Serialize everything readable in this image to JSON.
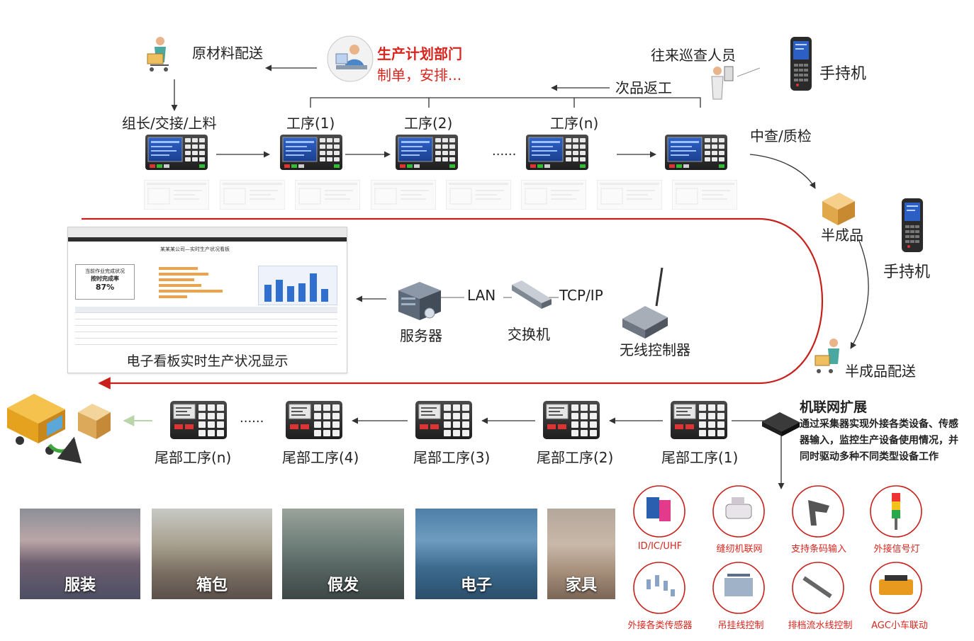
{
  "labels": {
    "raw_material": "原材料配送",
    "plan_dept": "生产计划部门",
    "plan_sub": "制单，安排...",
    "patrol": "往来巡查人员",
    "handheld_top": "手持机",
    "rework": "次品返工",
    "group_leader": "组长/交接/上料",
    "proc1": "工序(1)",
    "proc2": "工序(2)",
    "procn": "工序(n)",
    "dots_top": "......",
    "qc": "中查/质检",
    "semi": "半成品",
    "handheld_mid": "手持机",
    "semi_delivery": "半成品配送",
    "lan": "LAN",
    "tcpip": "TCP/IP",
    "server": "服务器",
    "switch": "交换机",
    "wireless": "无线控制器",
    "board_caption": "电子看板实时生产状况显示",
    "ext_title": "机联网扩展",
    "ext_desc": "通过采集器实现外接各类设备、传感器输入，监控生产设备使用情况，并同时驱动多种不同类型设备工作",
    "dots_bottom": "......"
  },
  "tail_processes": [
    "尾部工序(n)",
    "尾部工序(4)",
    "尾部工序(3)",
    "尾部工序(2)",
    "尾部工序(1)"
  ],
  "industries": [
    "服装",
    "箱包",
    "假发",
    "电子",
    "家具"
  ],
  "extensions": [
    "ID/IC/UHF",
    "缝纫机联网",
    "支持条码输入",
    "外接信号灯",
    "外接各类传感器",
    "吊挂线控制",
    "排档流水线控制",
    "AGC小车联动"
  ],
  "board": {
    "title": "某某某公司—实时生产状况看板",
    "kpi_title": "当前作业完成状况",
    "kpi_label": "按时完成率",
    "kpi_value": "87%",
    "bars": [
      0.55,
      0.7,
      0.5,
      0.6,
      0.9,
      0.4
    ]
  },
  "colors": {
    "red": "#d8261e",
    "arrow": "#333333",
    "board_bar": "#2f6fd0"
  }
}
